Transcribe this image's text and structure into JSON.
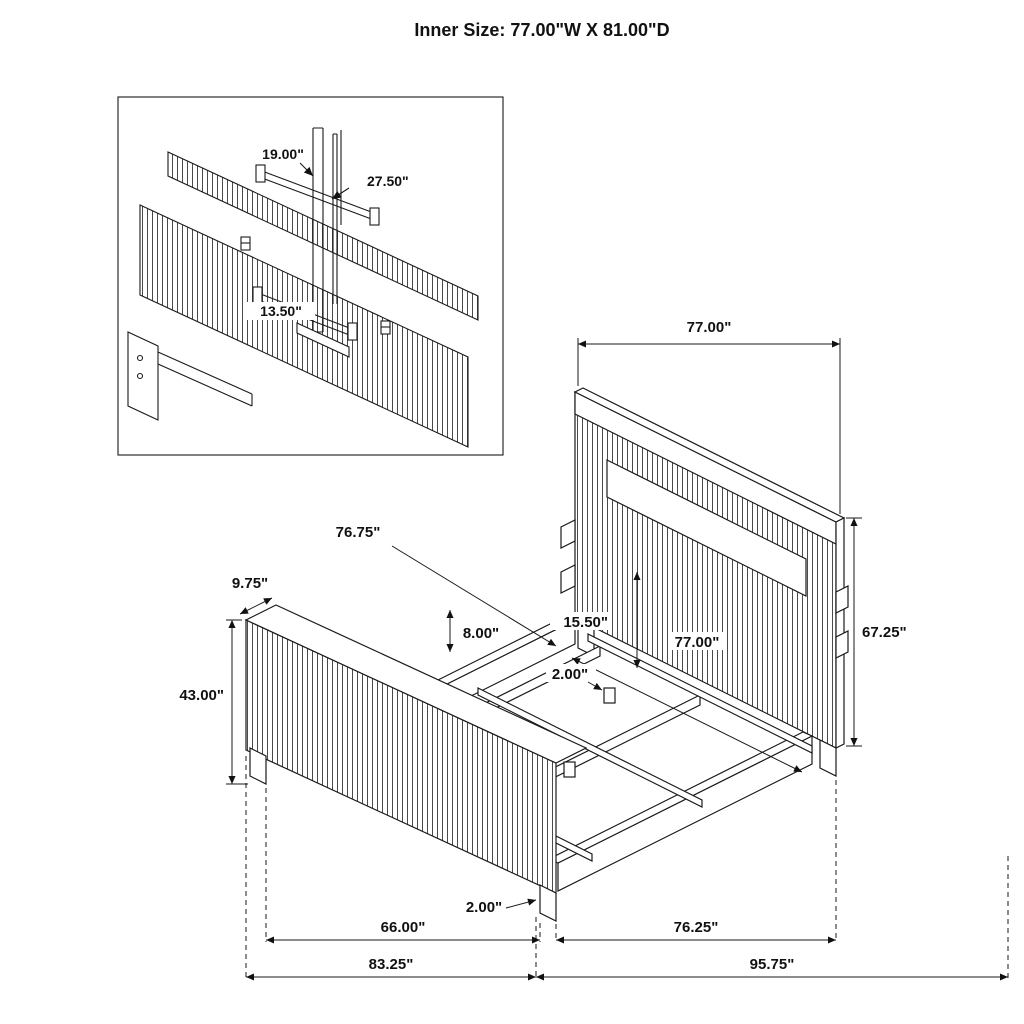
{
  "title": "Inner Size: 77.00\"W X 81.00\"D",
  "inset": {
    "bracket_length": "19.00\"",
    "post_length": "27.50\"",
    "lower_bracket_length": "13.50\""
  },
  "dims": {
    "headboard_width": "77.00\"",
    "inner_length": "76.75\"",
    "footboard_thickness": "9.75\"",
    "footboard_height": "43.00\"",
    "rail_height": "8.00\"",
    "headboard_clearance": "15.50\"",
    "inner_width": "77.00\"",
    "slat_foot_height": "2.00\"",
    "headboard_height": "67.25\"",
    "leg_height": "2.00\"",
    "footboard_span": "66.00\"",
    "rail_span": "76.25\"",
    "overall_width": "83.25\"",
    "overall_depth": "95.75\""
  }
}
